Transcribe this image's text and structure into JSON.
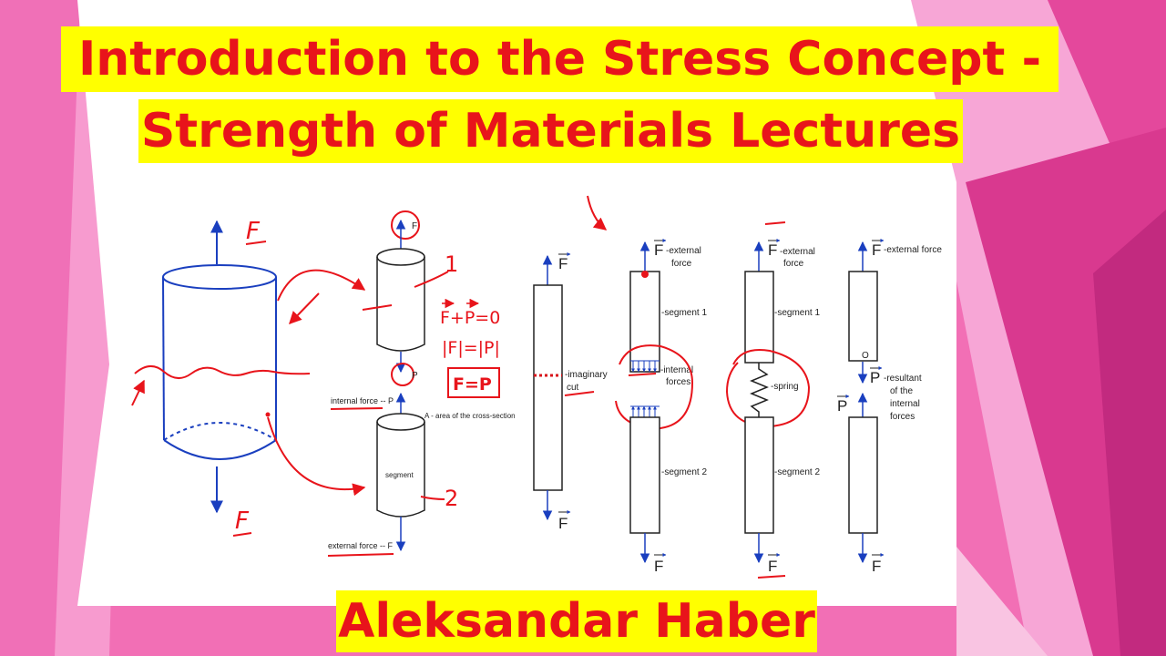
{
  "title": {
    "line1": "Introduction to the Stress Concept -",
    "line2": "Strength of Materials Lectures"
  },
  "author": "Aleksandar Haber",
  "colors": {
    "banner_bg": "#ffff00",
    "banner_text": "#e8141b",
    "diagram_lines": "#1a3fbf",
    "handwriting": "#e8141b",
    "background": "#f26fb5"
  },
  "diagram": {
    "cylinder": {
      "force_top": "F",
      "force_bottom": "F"
    },
    "cut_segments": {
      "top_force": "F",
      "top_number": "1",
      "middle_force": "P",
      "internal_force_label": "internal force -- P",
      "area_label": "A - area of the cross-section",
      "segment_label": "segment",
      "bottom_number": "2",
      "external_force_label": "external force -- F"
    },
    "equations": {
      "vector_sum": "F+P=0",
      "magnitudes": "|F|=|P|",
      "result": "F=P"
    },
    "bar_cut": {
      "force_top": "F",
      "cut_label_line1": "-imaginary",
      "cut_label_line2": "cut",
      "force_bottom": "F"
    },
    "bar_internal": {
      "force_top": "F",
      "ext_label_line1": "-external",
      "ext_label_line2": "force",
      "segment1": "-segment 1",
      "internal_line1": "-internal",
      "internal_line2": "forces",
      "segment2": "-segment 2",
      "force_bottom": "F"
    },
    "bar_spring": {
      "force_top": "F",
      "ext_label_line1": "-external",
      "ext_label_line2": "force",
      "segment1": "-segment 1",
      "spring_label": "-spring",
      "segment2": "-segment 2",
      "force_bottom": "F"
    },
    "bar_resultant": {
      "force_top": "F",
      "ext_label": "-external force",
      "point_label": "O",
      "force_mid": "P",
      "resultant_line1": "-resultant",
      "resultant_line2": "of the",
      "resultant_line3": "internal",
      "resultant_line4": "forces",
      "force_left": "P",
      "force_bottom": "F"
    }
  }
}
